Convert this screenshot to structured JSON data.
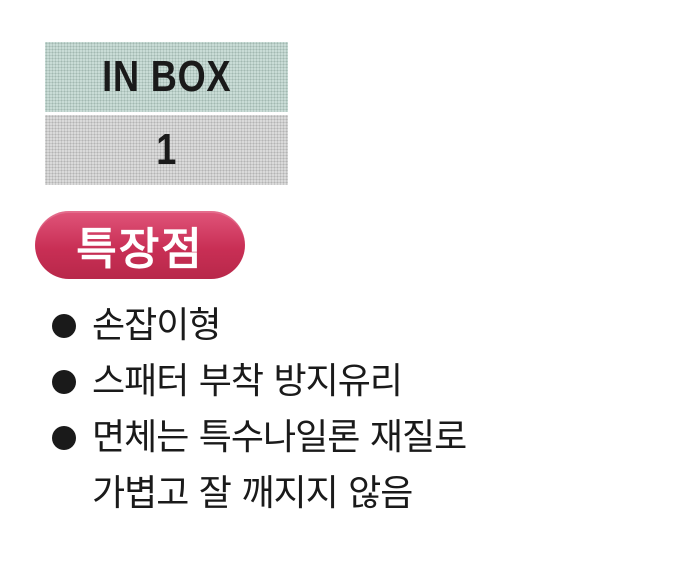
{
  "inbox": {
    "label": "IN BOX",
    "count": "1"
  },
  "section": {
    "badge": "특장점"
  },
  "features": [
    {
      "lines": [
        "손잡이형"
      ]
    },
    {
      "lines": [
        "스패터 부착 방지유리"
      ]
    },
    {
      "lines": [
        "면체는 특수나일론 재질로",
        "가볍고 잘 깨지지 않음"
      ]
    }
  ],
  "colors": {
    "badge": "#c92f55",
    "inbox_label_bg": "#c9dcd6",
    "inbox_count_bg": "#dadada",
    "text": "#1a1a1a"
  }
}
